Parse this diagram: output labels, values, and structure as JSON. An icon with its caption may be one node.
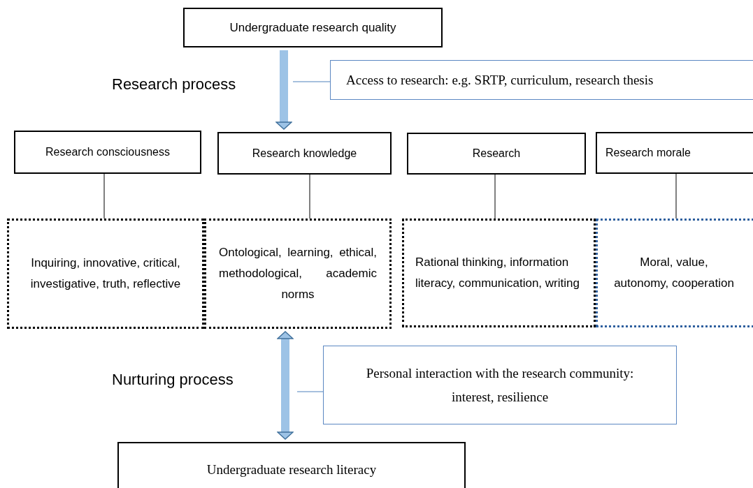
{
  "diagram": {
    "nodes": [
      {
        "text": [
          "Undergraduate research quality"
        ]
      },
      {
        "text": [
          "Access to research: e.g. SRTP, curriculum, research thesis"
        ]
      },
      {
        "text": [
          "Research consciousness"
        ]
      },
      {
        "text": [
          "Research knowledge"
        ]
      },
      {
        "text": [
          "Research"
        ]
      },
      {
        "text": [
          "Research morale"
        ]
      },
      {
        "text": [
          "Inquiring, innovative, critical, investigative, truth, reflective"
        ]
      },
      {
        "text": [
          "Ontological, learning, ethical, methodological, academic norms"
        ]
      },
      {
        "text": [
          "Rational thinking, information literacy, communication, writing"
        ]
      },
      {
        "text": [
          "Moral, value, autonomy, cooperation"
        ]
      },
      {
        "text": [
          "Personal interaction with the research community: interest, resilience"
        ]
      },
      {
        "text": [
          "Undergraduate research literacy"
        ]
      }
    ],
    "edges": [
      {
        "from": 0,
        "to": 3,
        "arrow": "to",
        "style": "thick",
        "color": "#9dc3e6"
      },
      {
        "from": 1,
        "to": null,
        "arrow": "none",
        "color": "#4f81bd"
      },
      {
        "from": 2,
        "to": 6,
        "arrow": "none"
      },
      {
        "from": 3,
        "to": 7,
        "arrow": "none"
      },
      {
        "from": 4,
        "to": 8,
        "arrow": "none"
      },
      {
        "from": 5,
        "to": 9,
        "arrow": "none"
      },
      {
        "from": 7,
        "to": 11,
        "arrow": "both",
        "style": "thick",
        "color": "#9dc3e6"
      },
      {
        "from": 10,
        "to": null,
        "arrow": "none",
        "color": "#4f81bd"
      }
    ],
    "labels": [
      "Research process",
      "Nurturing process"
    ]
  }
}
